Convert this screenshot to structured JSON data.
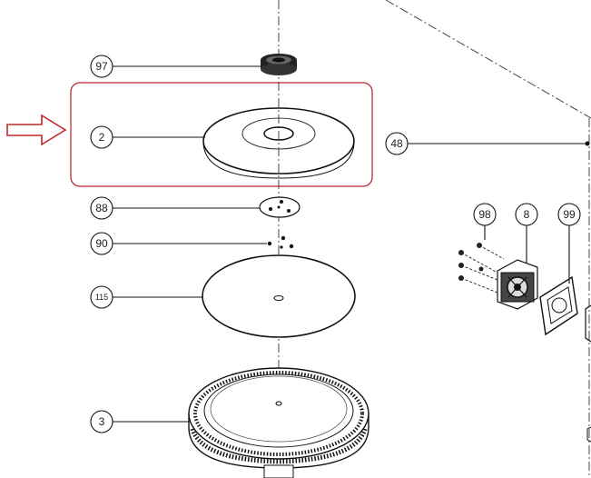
{
  "diagram": {
    "callouts": [
      {
        "id": "97",
        "label": "97"
      },
      {
        "id": "2",
        "label": "2"
      },
      {
        "id": "48",
        "label": "48"
      },
      {
        "id": "88",
        "label": "88"
      },
      {
        "id": "90",
        "label": "90"
      },
      {
        "id": "98",
        "label": "98"
      },
      {
        "id": "8",
        "label": "8"
      },
      {
        "id": "99",
        "label": "99"
      },
      {
        "id": "115",
        "label": "115"
      },
      {
        "id": "3",
        "label": "3"
      }
    ],
    "highlight": {
      "part": "2",
      "color": "#b5202a"
    },
    "arrow": {
      "color": "#c0282d",
      "points_to": "2"
    },
    "line_color": "#1a1a1a"
  }
}
